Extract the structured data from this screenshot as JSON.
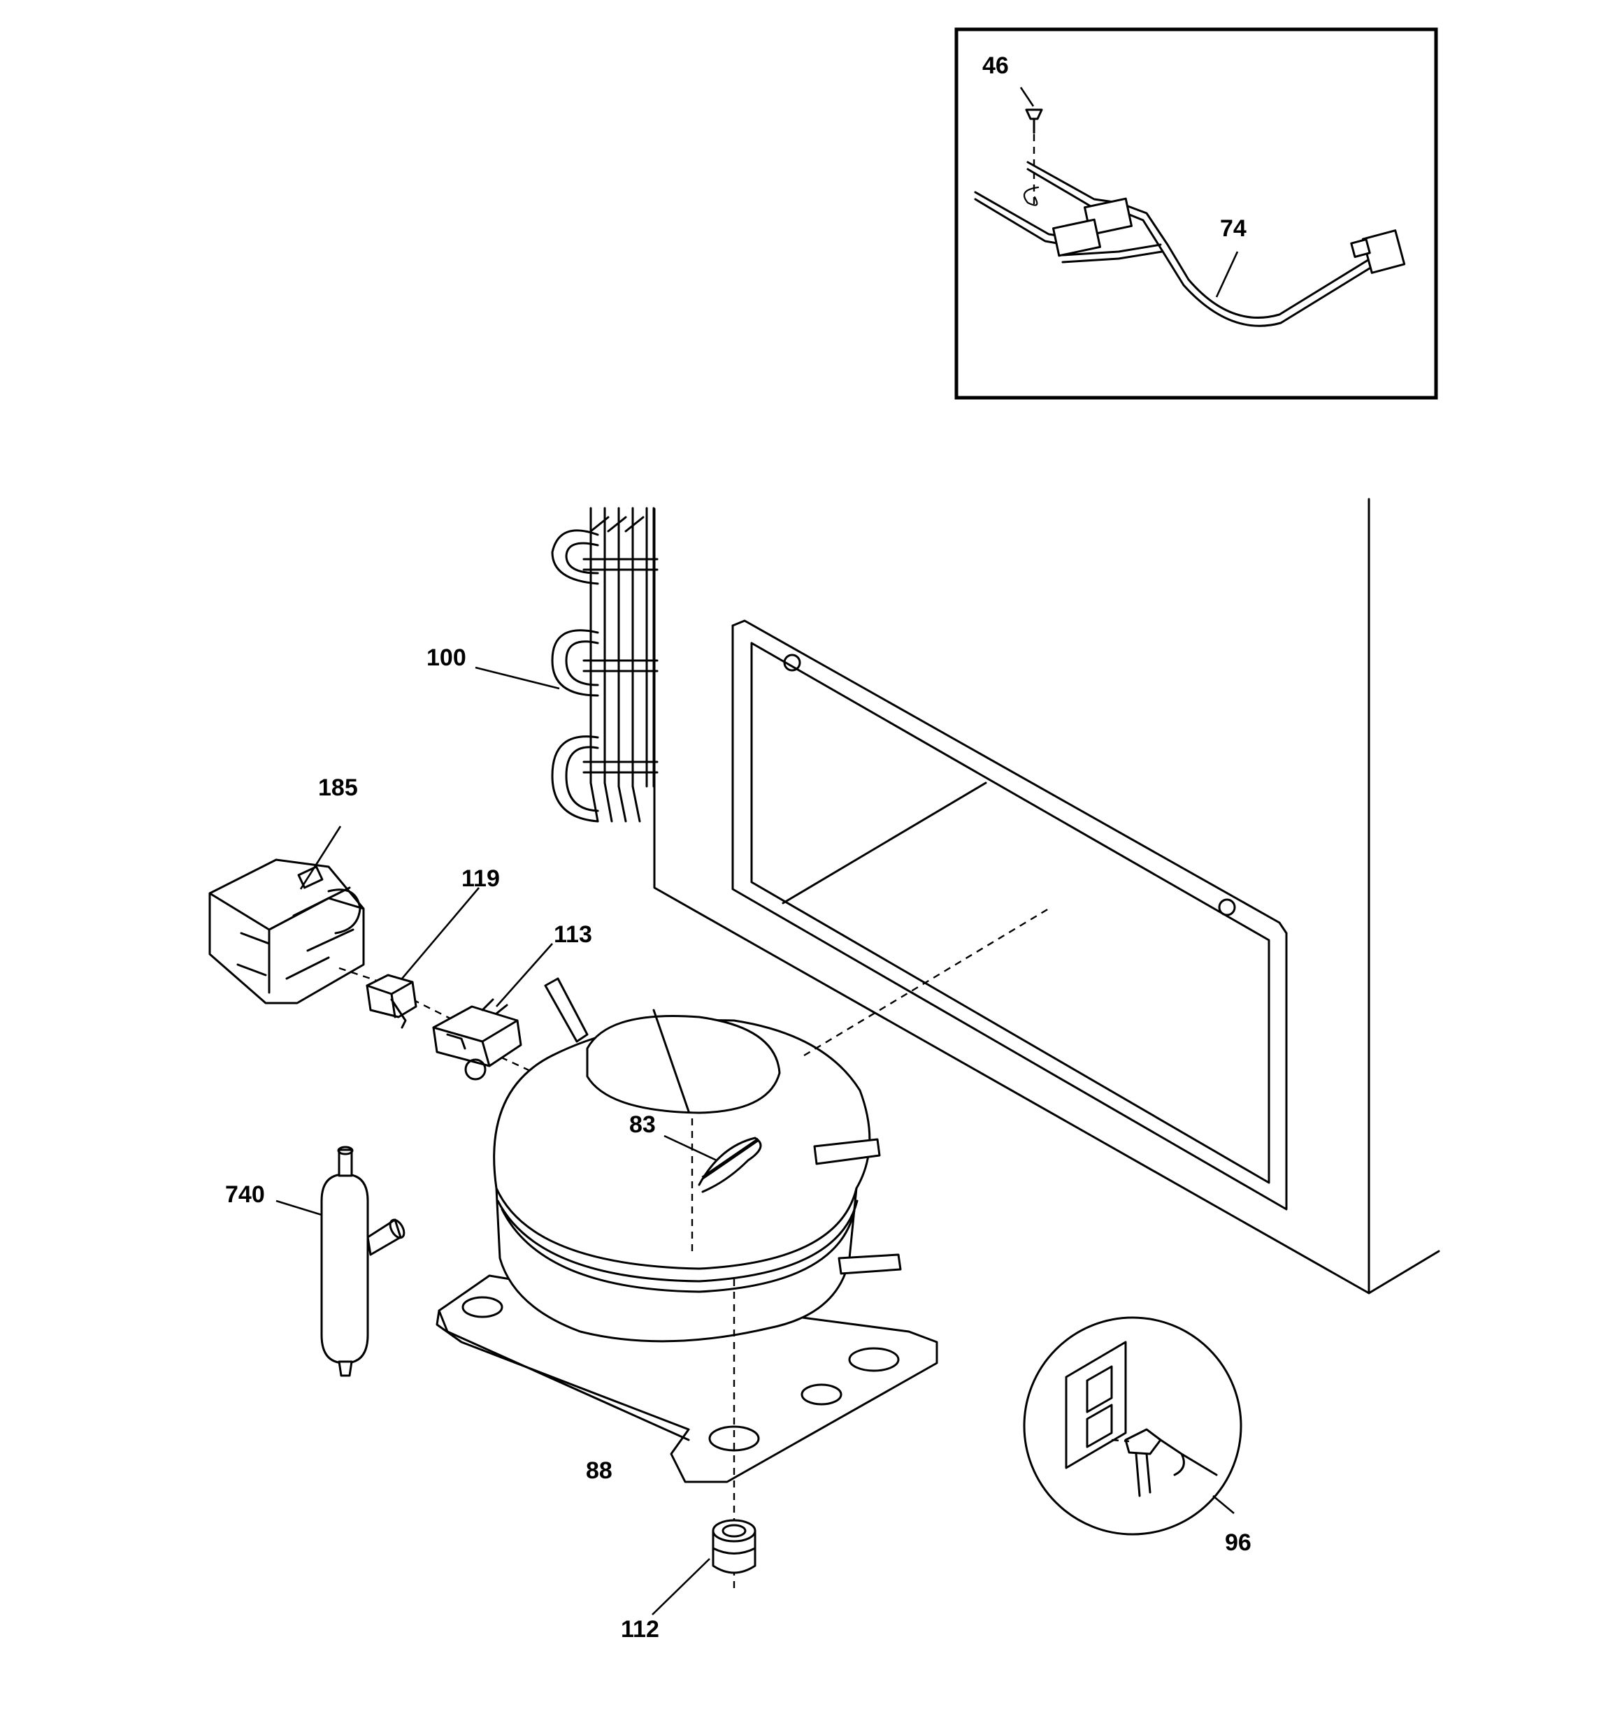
{
  "labels": {
    "l46": "46",
    "l74": "74",
    "l100": "100",
    "l185": "185",
    "l119": "119",
    "l113": "113",
    "l83": "83",
    "l740": "740",
    "l88": "88",
    "l112": "112",
    "l96": "96"
  }
}
